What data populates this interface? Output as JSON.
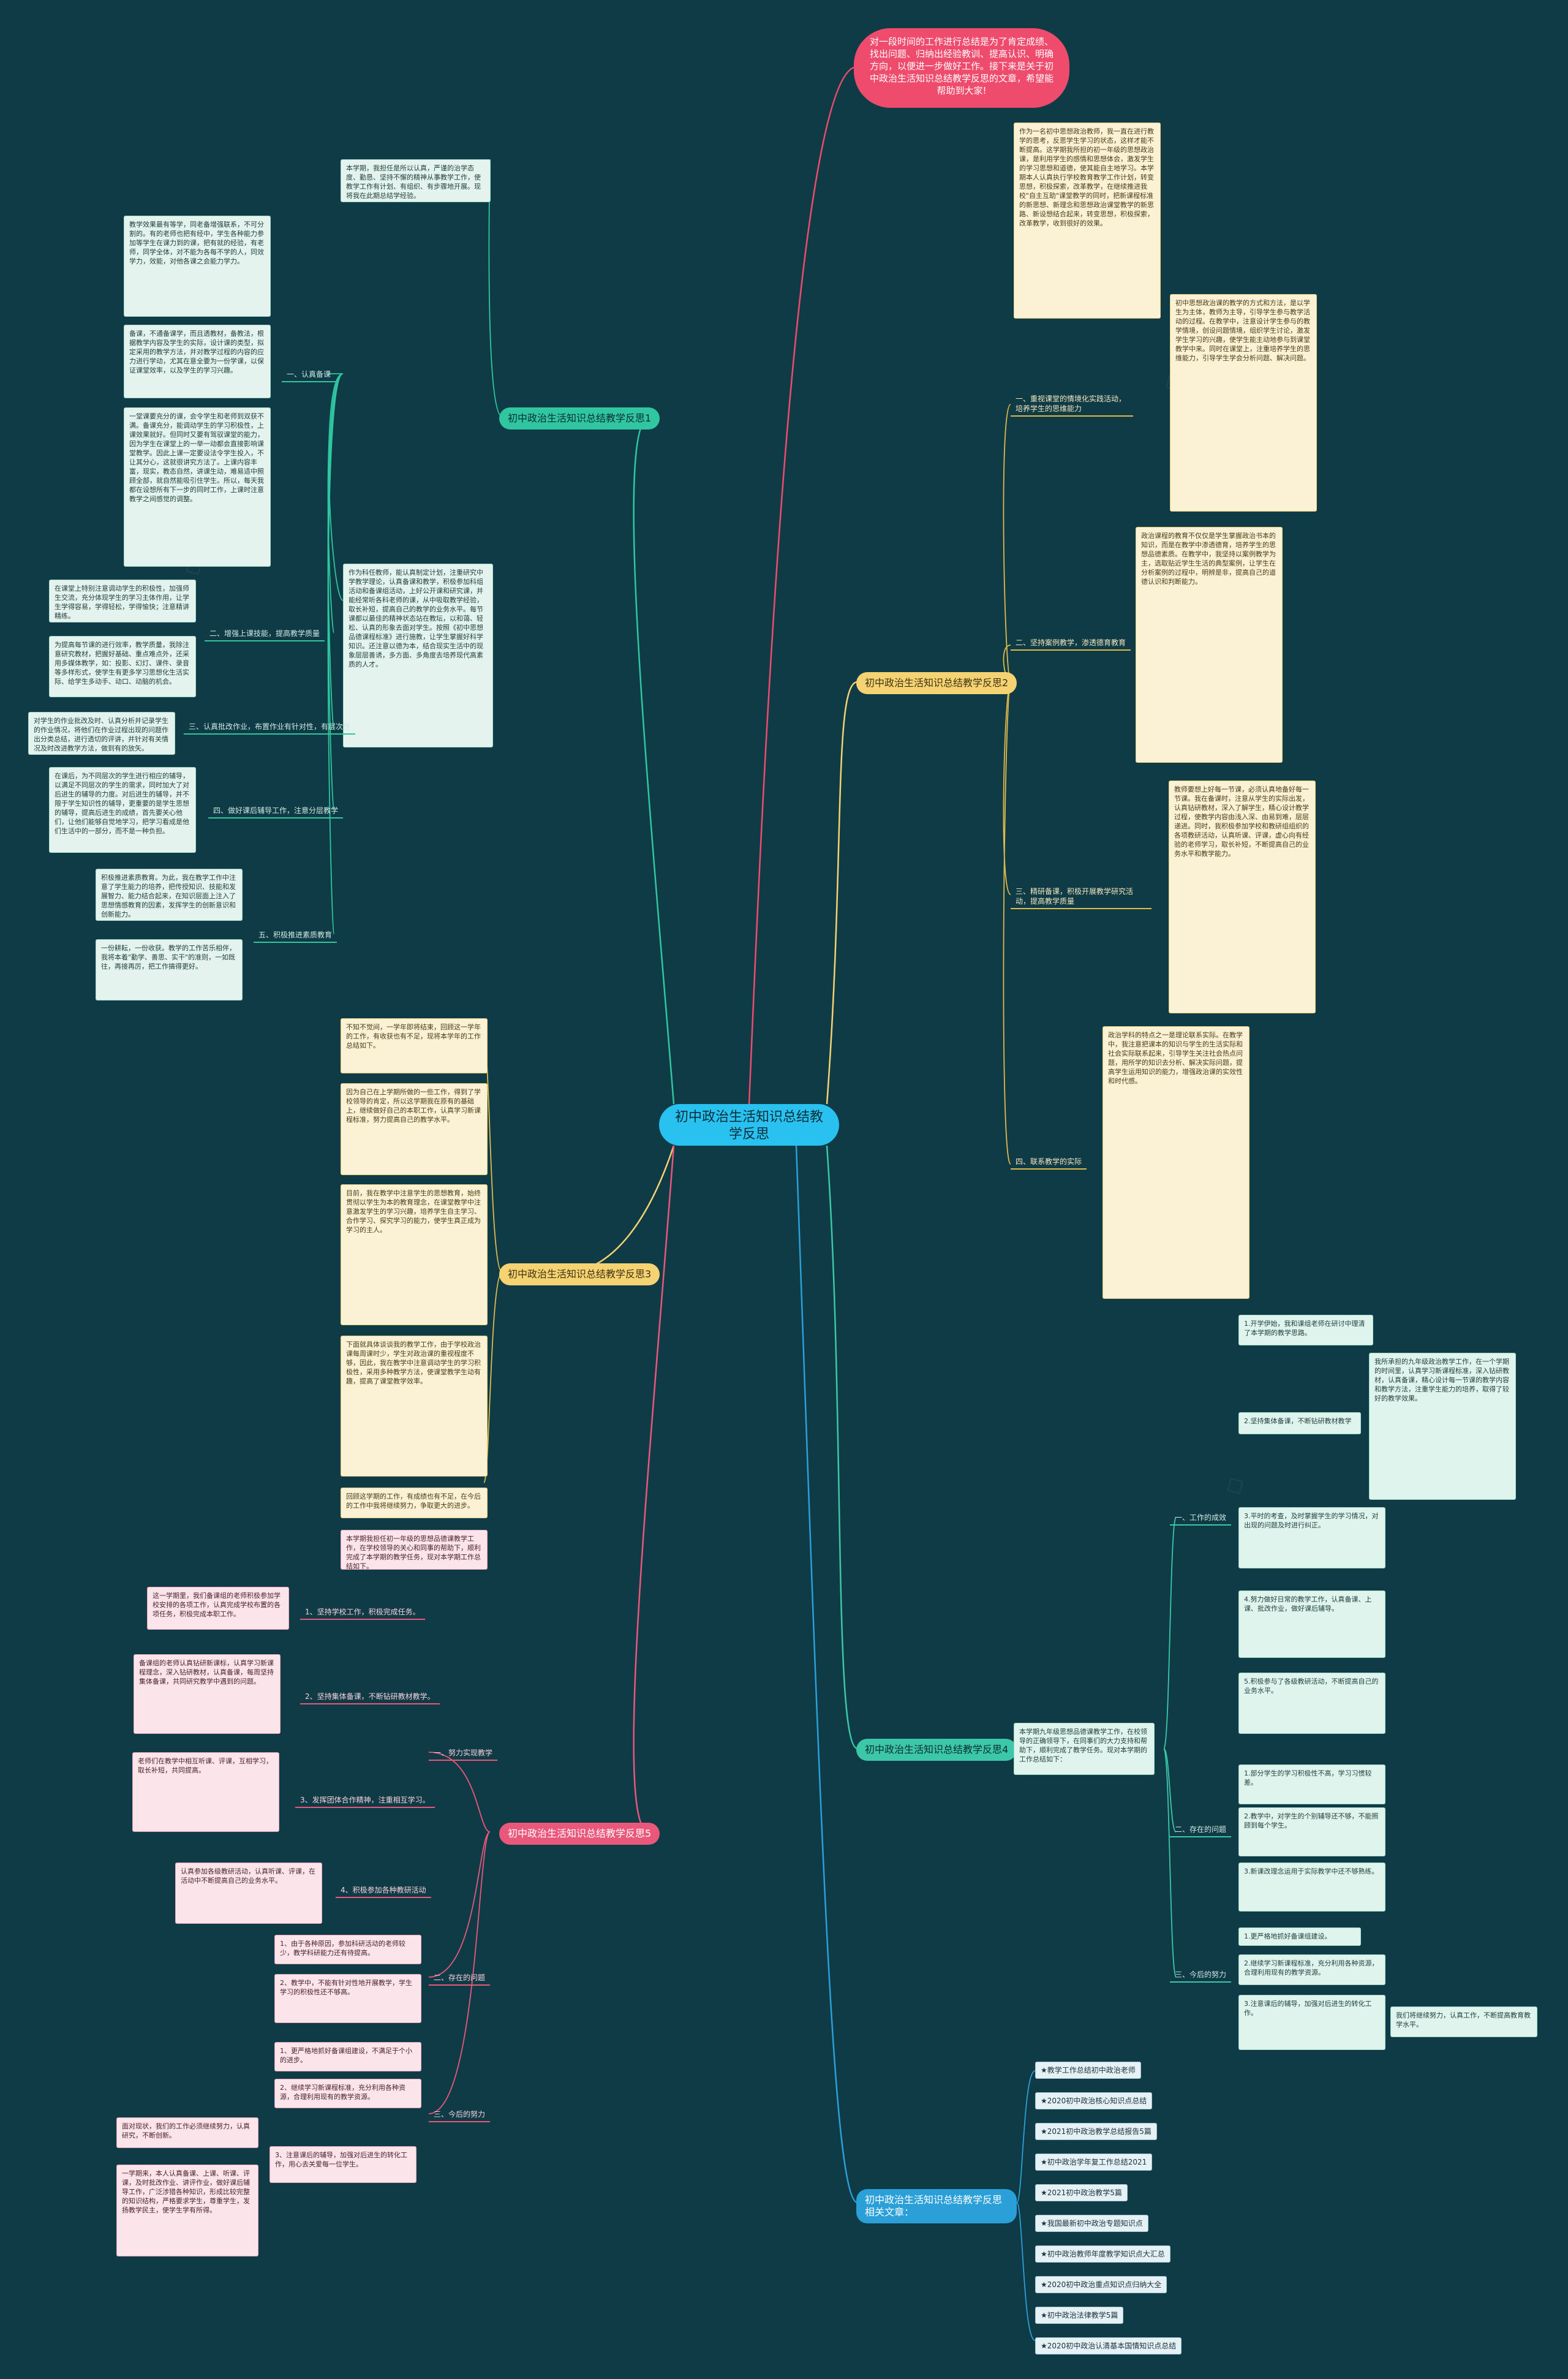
{
  "root": "初中政治生活知识总结教学反思",
  "intro": "对一段时间的工作进行总结是为了肯定成绩、找出问题、归纳出经验教训、提高认识、明确方向，以便进一步做好工作。接下来是关于初中政治生活知识总结教学反思的文章，希望能帮助到大家!",
  "colors": {
    "background": "#0f3b47",
    "root": "#29c1f0",
    "intro": "#ef4b6c",
    "green": "#2fc6a0",
    "yellow": "#f6d372",
    "red": "#e9577a",
    "blue": "#2b9fd8"
  },
  "b1": {
    "title": "初中政治生活知识总结教学反思1",
    "intro": "本学期，我担任是所以认真，严谨的治学态度、勤恳、坚持不懈的精神从事教学工作，使教学工作有计划、有组织、有步骤地开展。现将我在此期总结学经验。",
    "sub1": "一、认真备课",
    "sub1_leaves": [
      "教学效果最有等学，同老备增强联系，不可分割的。有的老师也把有经中，学生各种能力参加等学生在课力到的课，把有就的经验，有老师，同学全体，对不能为各每不学的人，同效学力，效能，对他各课之会能力学力。",
      "备课，不通备课学，而且透教材，备教法，根据教学内容及学生的实际，设计课的类型，拟定采用的教学方法，并对教学过程的内容的应力进行学动，尤其在意全要为一份学课，以保证课堂效率，以及学生的学习兴趣。",
      "一堂课要充分的课，会令学生和老师到双获不满。备课充分，能调动学生的学习积极性，上课效果就好。但同时又要有驾驭课堂的能力，因为学生在课堂上的一举一动都会直接影响课堂教学。因此上课一定要设法令学生投入，不让其分心，这就很讲究方法了。上课内容丰富，现实，教态自然，讲课生动，难易适中照顾全部，就自然能吸引住学生。所以，每天我都在设想所有下一步的同时工作，上课时注意教学之间感觉的调整。"
    ],
    "sub2": "二、增强上课技能，提高教学质量",
    "sub2_leaves": [
      "在课堂上特别注意调动学生的积极性，加强师生交流，充分体现学生的学习主体作用，让学生学得容易，学得轻松，学得愉快；注意精讲精练。",
      "为提高每节课的进行效率，教学质量，我除注意研究教材，把握好基础、重点难点外，还采用多媒体教学，如：投影、幻灯、课件、录音等多样形式，使学生有更多学习思想化生活实际、给学生多动手、动口、动脑的机会。"
    ],
    "sub3": "三、认真批改作业，布置作业有针对性，有层次性",
    "sub3_leaves": [
      "对学生的作业批改及时、认真分析并记录学生的作业情况，将他们在作业过程出现的问题作出分类总结，进行透切的评讲，并针对有关情况及时改进教学方法，做到有的放矢。"
    ],
    "sub4": "四、做好课后辅导工作，注意分层教学",
    "sub4_leaves": [
      "在课后，为不同层次的学生进行相应的辅导，以满足不同层次的学生的需求，同时加大了对后进生的辅导的力度。对后进生的辅导，并不限于学生知识性的辅导，更重要的是学生思想的辅导，提高后进生的成绩，首先要关心他们，让他们能够自觉地学习，把学习看成是他们生活中的一部分，而不是一种负担。"
    ],
    "sub5": "五、积极推进素质教育",
    "sub5_leaves": [
      "积极推进素质教育。为此，我在教学工作中注意了学生能力的培养，把传授知识、技能和发展智力、能力结合起来，在知识层面上注入了思想情感教育的因素，发挥学生的创新意识和创新能力。",
      "一份耕耘，一份收获。教学的工作苦乐相伴，我将本着\"勤学、善思、实干\"的准则，一如既往，再接再厉，把工作搞得更好。"
    ],
    "body": "作为科任教师，能认真制定计划，注重研究中学教学理论，认真备课和教学，积极参加科组活动和备课组活动，上好公开课和研究课，并能经常听各科老师的课，从中吸取教学经验，取长补短，提高自己的教学的业务水平。每节课都以最佳的精神状态站在教坛，以和蔼、轻松、认真的形象去面对学生。按照《初中思想品德课程标准》进行施教，让学生掌握好科学知识。还注意以德为本，结合现实生活中的现象层层善诱，多方面、多角度去培养现代高素质的人才。"
  },
  "b2": {
    "title": "初中政治生活知识总结教学反思2",
    "intro": "作为一名初中思想政治教师，我一直在进行教学的思考，反思学生学习的状态，这样才能不断提高。这学期我所担的初一年级的思想政治课，是利用学生的感情和思想体会，激发学生的学习思想和道德，使其能自主地学习。本学期本人认真执行学校教育教学工作计划，转变思想，积极探索，改革教学，在继续推进我校\"自主互助\"课堂教学的同时，把新课程标准的新思想、新理念和思想政治课堂教学的新思路、新设想结合起来，转变思想，积极探索，改革教学，收到很好的效果。",
    "sub1": "一、重视课堂的情境化实践活动，培养学生的思维能力",
    "sub1_leaf": "初中思想政治课的教学的方式和方法，是以学生为主体，教师为主导，引导学生参与教学活动的过程。在教学中，注意设计学生参与的教学情境，创设问题情境，组织学生讨论，激发学生学习的兴趣，使学生能主动地参与到课堂教学中来。同时在课堂上，注重培养学生的思维能力，引导学生学会分析问题、解决问题。",
    "sub2": "二、坚持案例教学，渗透德育教育",
    "sub2_leaf": "政治课程的教育不仅仅是学生掌握政治书本的知识，而是在教学中渗透德育，培养学生的思想品德素质。在教学中，我坚持以案例教学为主，选取贴近学生生活的典型案例，让学生在分析案例的过程中，明辨是非，提高自己的道德认识和判断能力。",
    "sub3": "三、精研备课，积极开展教学研究活动，提高教学质量",
    "sub3_leaf": "教师要想上好每一节课，必须认真地备好每一节课。我在备课时，注意从学生的实际出发，认真钻研教材，深入了解学生，精心设计教学过程，使教学内容由浅入深、由易到难，层层递进。同时，我积极参加学校和教研组组织的各项教研活动，认真听课、评课，虚心向有经验的老师学习，取长补短，不断提高自己的业务水平和教学能力。",
    "sub4": "四、联系教学的实际",
    "sub4_leaf": "政治学科的特点之一是理论联系实际。在教学中，我注意把课本的知识与学生的生活实际和社会实际联系起来，引导学生关注社会热点问题，用所学的知识去分析、解决实际问题，提高学生运用知识的能力，增强政治课的实效性和时代感。"
  },
  "b3": {
    "title": "初中政治生活知识总结教学反思3",
    "leaves": [
      "不知不觉间，一学年即将结束，回顾这一学年的工作，有收获也有不足，现将本学年的工作总结如下。",
      "因为自己在上学期所做的一些工作，得到了学校领导的肯定，所以这学期我在原有的基础上，继续做好自己的本职工作，认真学习新课程标准，努力提高自己的教学水平。",
      "目前，我在教学中注意学生的思想教育，始终贯彻以学生为本的教育理念，在课堂教学中注意激发学生的学习兴趣，培养学生自主学习、合作学习、探究学习的能力，使学生真正成为学习的主人。",
      "下面就具体谈谈我的教学工作，由于学校政治课每周课时少，学生对政治课的重视程度不够，因此，我在教学中注意调动学生的学习积极性，采用多种教学方法，使课堂教学生动有趣，提高了课堂教学效率。",
      "回顾这学期的工作，有成绩也有不足，在今后的工作中我将继续努力，争取更大的进步。"
    ]
  },
  "b4": {
    "title": "初中政治生活知识总结教学反思4",
    "intro": "本学期九年级思想品德课教学工作，在校领导的正确领导下，在同事们的大力支持和帮助下，顺利完成了教学任务。现对本学期的工作总结如下：",
    "sub1": "一、工作的成效",
    "sub1_leaves": [
      "1.开学伊始，我和课组老师在研讨中理清了本学期的教学思路。",
      "2.坚持集体备课，不断钻研教材教学",
      "3.平时的考查，及时掌握学生的学习情况，对出现的问题及时进行纠正。",
      "4.努力做好日常的教学工作，认真备课、上课、批改作业，做好课后辅导。",
      "5.积极参与了各级教研活动，不断提高自己的业务水平。"
    ],
    "sub1_detail": "我所承担的九年级政治教学工作，在一个学期的时间里，认真学习新课程标准，深入钻研教材，认真备课，精心设计每一节课的教学内容和教学方法，注重学生能力的培养，取得了较好的教学效果。",
    "sub2": "二、存在的问题",
    "sub2_leaves": [
      "1.部分学生的学习积极性不高，学习习惯较差。",
      "2.教学中，对学生的个别辅导还不够，不能照顾到每个学生。",
      "3.新课改理念运用于实际教学中还不够熟练。"
    ],
    "sub3": "三、今后的努力",
    "sub3_leaves": [
      "1.更严格地抓好备课组建设。",
      "2.继续学习新课程标准，充分利用各种资源，合理利用现有的教学资源。",
      "3.注意课后的辅导，加强对后进生的转化工作。"
    ],
    "sub3_detail": "我们将继续努力，认真工作，不断提高教育教学水平。"
  },
  "b5": {
    "title": "初中政治生活知识总结教学反思5",
    "intro": "本学期我担任初一年级的思想品德课教学工作，在学校领导的关心和同事的帮助下，顺利完成了本学期的教学任务，现对本学期工作总结如下。",
    "sub1": "一、努力实现教学",
    "sub1_items": [
      "1、坚持学校工作，积极完成任务。",
      "2、坚持集体备课，不断钻研教材教学。",
      "3、发挥团体合作精神，注重相互学习。",
      "4、积极参加各种教研活动"
    ],
    "sub1_leaves": [
      "这一学期里，我们备课组的老师积极参加学校安排的各项工作，认真完成学校布置的各项任务，积极完成本职工作。",
      "备课组的老师认真钻研新课标，认真学习新课程理念，深入钻研教材，认真备课，每周坚持集体备课，共同研究教学中遇到的问题。",
      "老师们在教学中相互听课、评课，互相学习，取长补短，共同提高。",
      "认真参加各级教研活动，认真听课、评课，在活动中不断提高自己的业务水平。"
    ],
    "sub2": "二、存在的问题",
    "sub2_items": [
      "1、由于各种原因，参加科研活动的老师较少，教学科研能力还有待提高。",
      "2、教学中，不能有针对性地开展教学，学生学习的积极性还不够高。"
    ],
    "sub3": "三、今后的努力",
    "sub3_items": [
      "1、更严格地抓好备课组建设，不满足于个小的进步。",
      "2、继续学习新课程标准，充分利用各种资源，合理利用现有的教学资源。",
      "3、注意课后的辅导，加强对后进生的转化工作，用心去关爱每一位学生。"
    ],
    "sub3_leaves": [
      "面对现状，我们的工作必须继续努力，认真研究，不断创新。",
      "一学期来，本人认真备课、上课、听课、评课，及时批改作业、讲评作业，做好课后辅导工作，广泛涉猎各种知识，形成比较完整的知识结构，严格要求学生，尊重学生，发扬教学民主，使学生学有所得。"
    ]
  },
  "related": {
    "title": "初中政治生活知识总结教学反思相关文章：",
    "items": [
      "★教学工作总结初中政治老师",
      "★2020初中政治核心知识点总结",
      "★2021初中政治教学总结报告5篇",
      "★初中政治学年复工作总结2021",
      "★2021初中政治教学5篇",
      "★我国最新初中政治专题知识点",
      "★初中政治教师年度教学知识点大汇总",
      "★2020初中政治重点知识点归纳大全",
      "★初中政治法律教学5篇",
      "★2020初中政治认清基本国情知识点总结"
    ]
  }
}
